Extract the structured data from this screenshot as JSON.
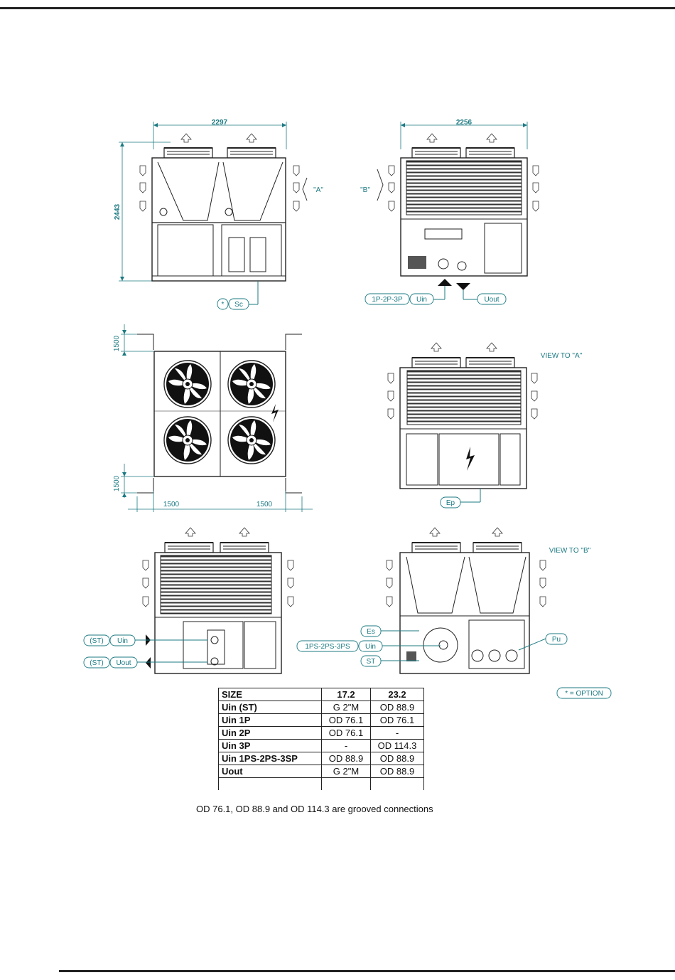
{
  "dimensions": {
    "width_top": "2297",
    "width_right": "2256",
    "height_left": "2443",
    "clear_top": "1500",
    "clear_bottom": "1500",
    "clear_left": "1500",
    "clear_right": "1500"
  },
  "views": {
    "view_a_ref": "\"A\"",
    "view_b_ref": "\"B\"",
    "view_to_a": "VIEW TO \"A\"",
    "view_to_b": "VIEW TO \"B\""
  },
  "tags": {
    "star": "*",
    "sc": "Sc",
    "p123": "1P-2P-3P",
    "uin": "Uin",
    "uout": "Uout",
    "ep": "Ep",
    "st_paren": "(ST)",
    "es": "Es",
    "ps123": "1PS-2PS-3PS",
    "st": "ST",
    "pu": "Pu",
    "option": "* = OPTION"
  },
  "table": {
    "header": [
      "SIZE",
      "17.2",
      "23.2"
    ],
    "rows": [
      [
        "Uin (ST)",
        "G 2\"M",
        "OD 88.9"
      ],
      [
        "Uin 1P",
        "OD 76.1",
        "OD 76.1"
      ],
      [
        "Uin 2P",
        "OD 76.1",
        "-"
      ],
      [
        "Uin 3P",
        "-",
        "OD 114.3"
      ],
      [
        "Uin 1PS-2PS-3SP",
        "OD 88.9",
        "OD 88.9"
      ],
      [
        "Uout",
        "G 2\"M",
        "OD 88.9"
      ]
    ]
  },
  "note": "OD 76.1, OD 88.9 and OD 114.3 are grooved connections",
  "colors": {
    "accent": "#1b7a82",
    "line": "#222222"
  }
}
